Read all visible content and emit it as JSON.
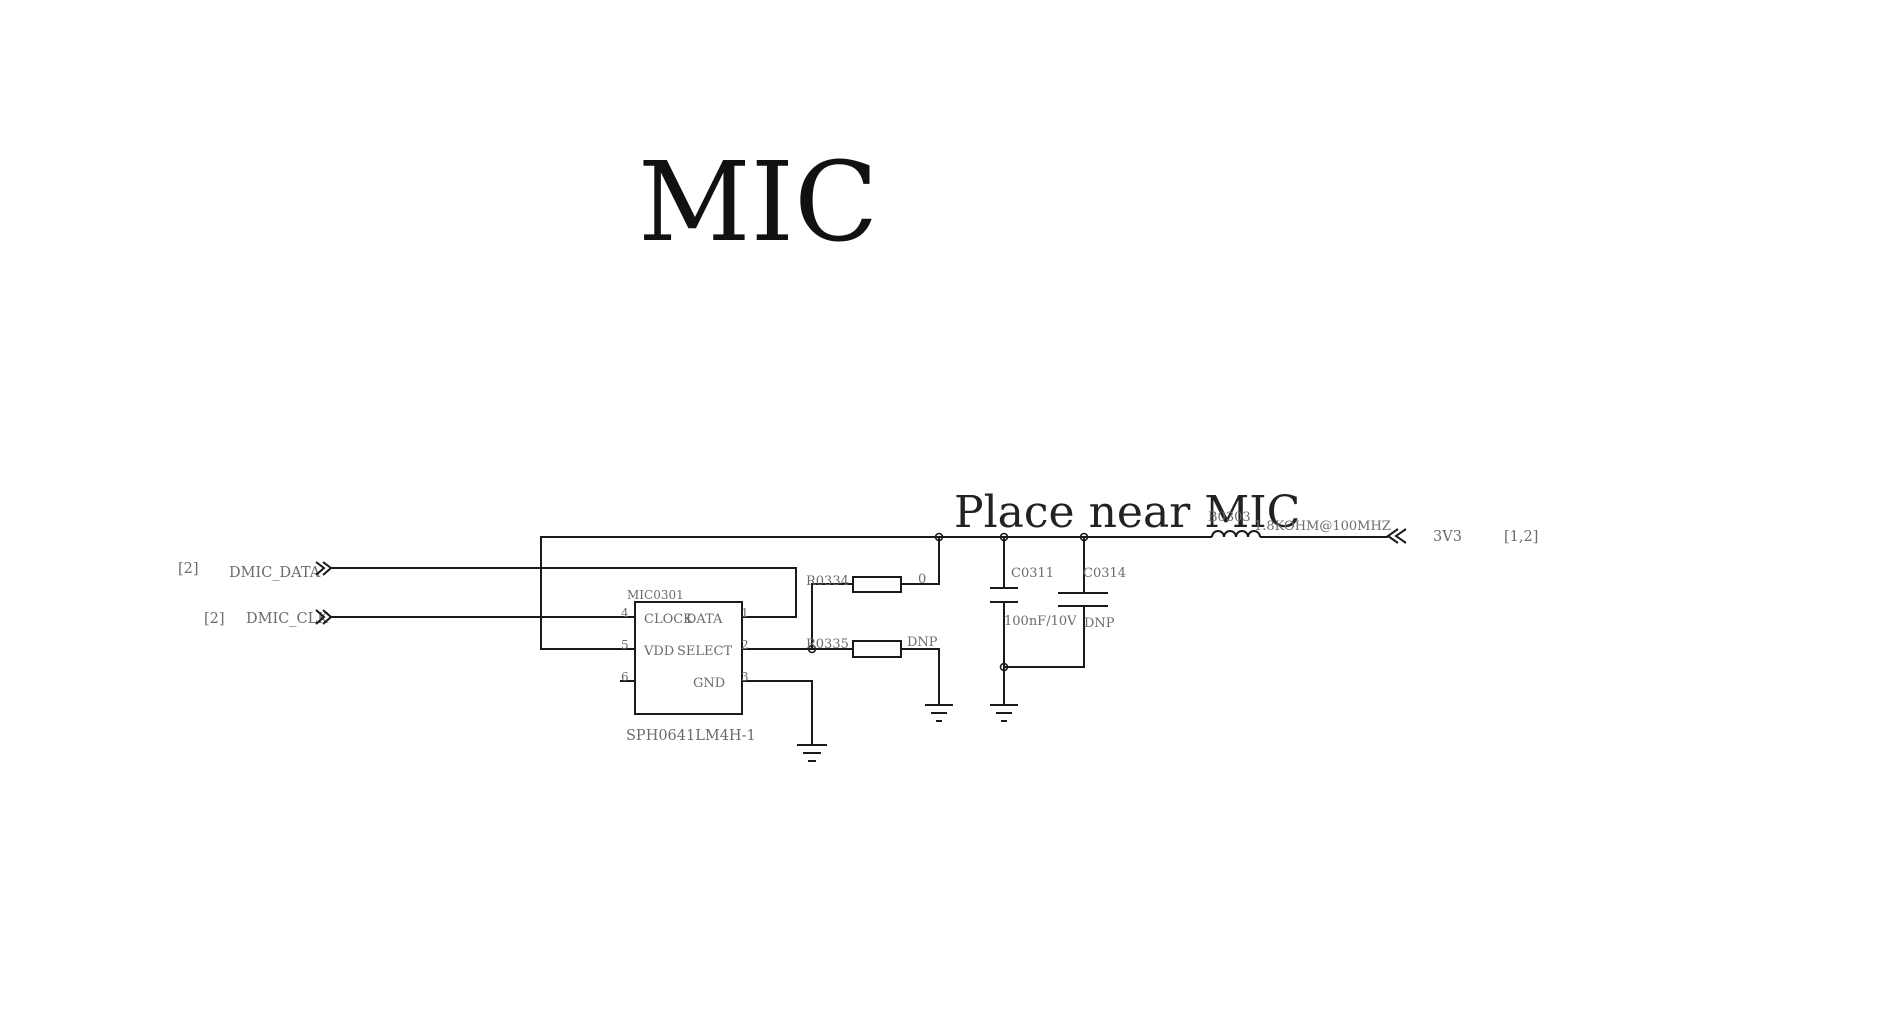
{
  "title": "MIC",
  "note": "Place near MIC",
  "nets": {
    "dmic_data": {
      "label": "DMIC_DATA",
      "sheet_ref": "[2]"
    },
    "dmic_clk": {
      "label": "DMIC_CLK",
      "sheet_ref": "[2]"
    },
    "v3v3": {
      "label": "3V3",
      "sheet_ref": "[1,2]"
    }
  },
  "mic": {
    "designator": "MIC0301",
    "part_number": "SPH0641LM4H-1",
    "pins": {
      "clock": {
        "name": "CLOCK",
        "number": "4"
      },
      "vdd": {
        "name": "VDD",
        "number": "5"
      },
      "unused": {
        "number": "6"
      },
      "data": {
        "name": "DATA",
        "number": "1"
      },
      "select": {
        "name": "SELECT",
        "number": "2"
      },
      "gnd": {
        "name": "GND",
        "number": "3"
      }
    }
  },
  "resistors": {
    "r0334": {
      "designator": "R0334",
      "value": "0"
    },
    "r0335": {
      "designator": "R0335",
      "value": "DNP"
    }
  },
  "capacitors": {
    "c0311": {
      "designator": "C0311",
      "value": "100nF/10V"
    },
    "c0314": {
      "designator": "C0314",
      "value": "DNP"
    }
  },
  "ferrite": {
    "designator": "B0303",
    "value": "1.8KOHM@100MHZ"
  }
}
